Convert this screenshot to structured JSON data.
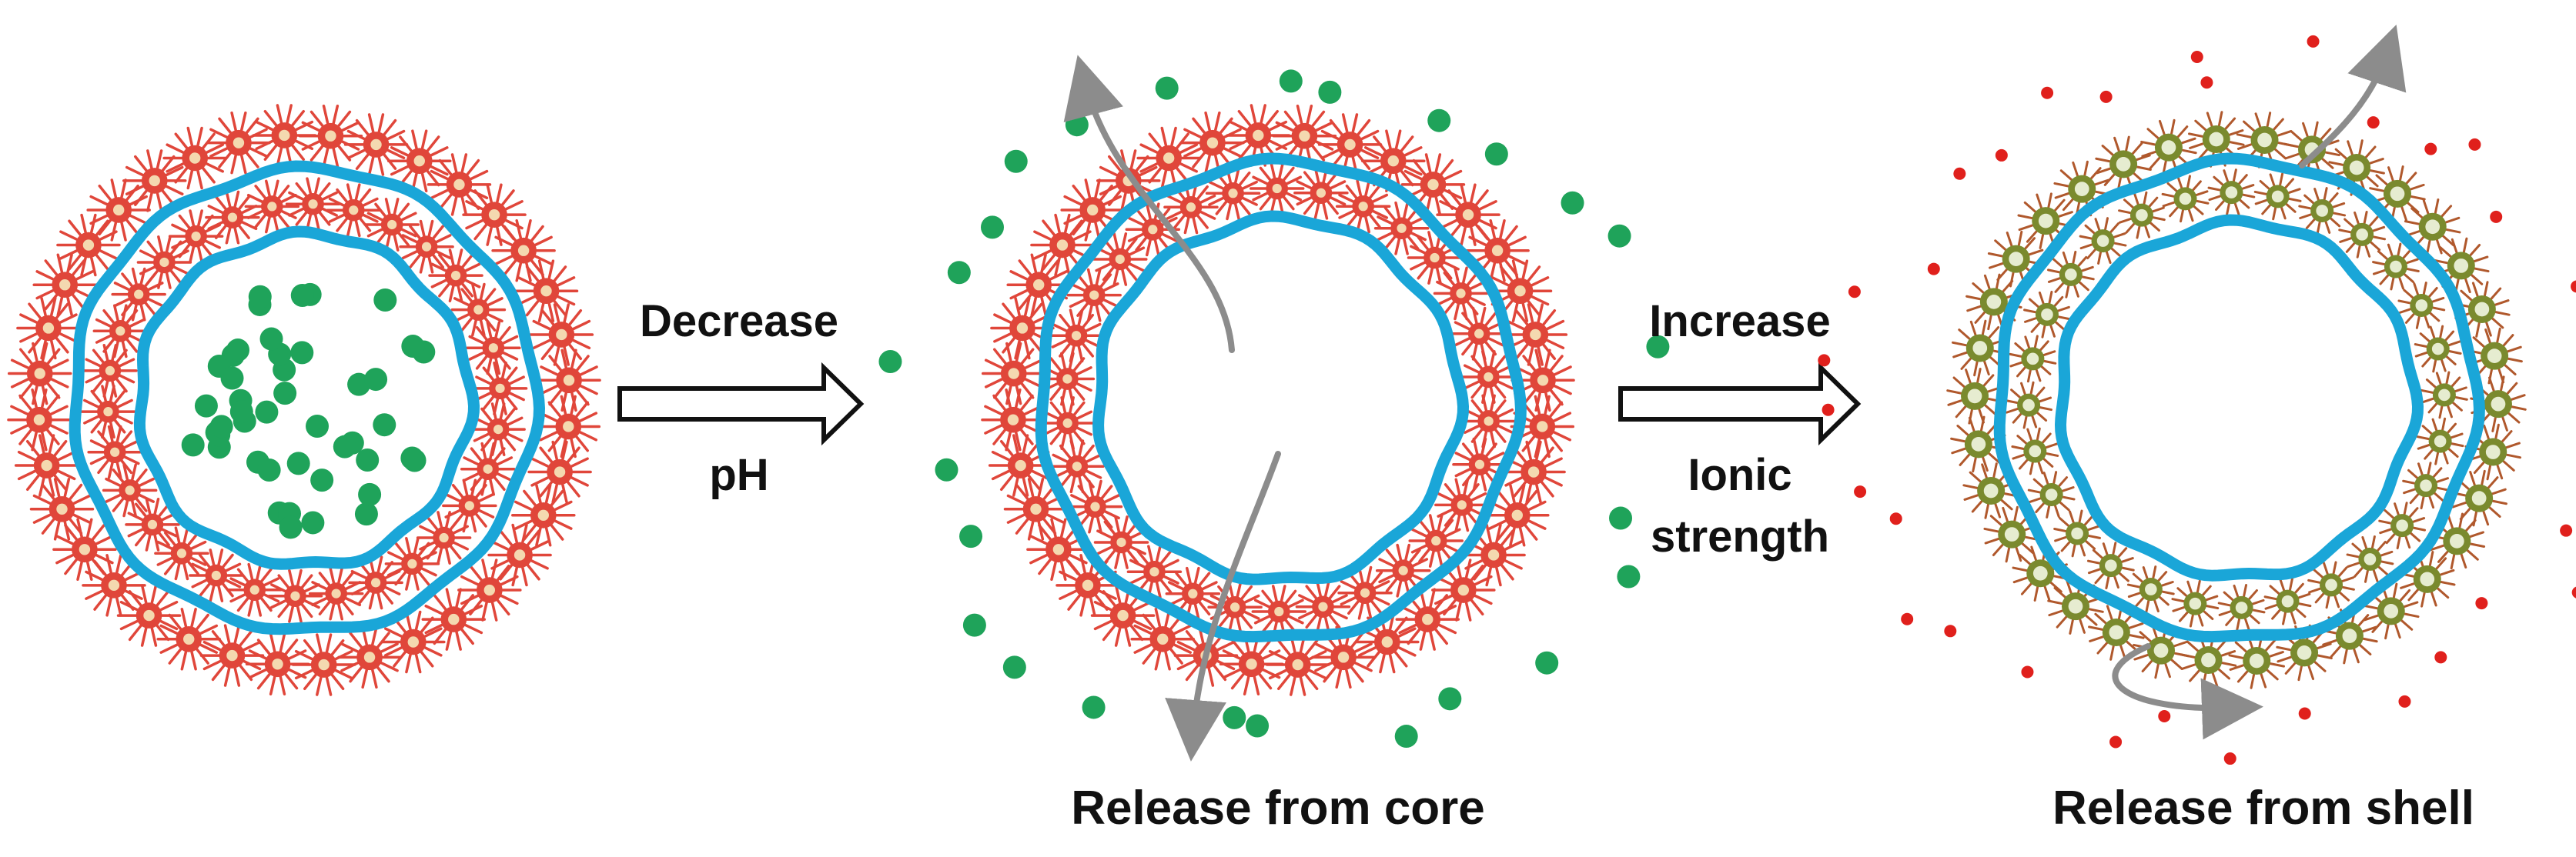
{
  "step1": {
    "action": "Decrease",
    "condition": "pH"
  },
  "step2": {
    "action": "Increase",
    "condition_line1": "Ionic",
    "condition_line2": "strength"
  },
  "captions": {
    "core": "Release from core",
    "shell": "Release from shell"
  },
  "colors": {
    "shell_red": "#e0463a",
    "shell_olive": "#7a8a2e",
    "membrane_blue": "#1aa6d8",
    "cargo_green": "#1fa35a",
    "ion_red": "#e0201c",
    "arrow_gray": "#8c8c8c"
  },
  "icons": {
    "hollow_arrow": "right-arrow-outline",
    "release_arrow": "curved-gray-arrow"
  }
}
